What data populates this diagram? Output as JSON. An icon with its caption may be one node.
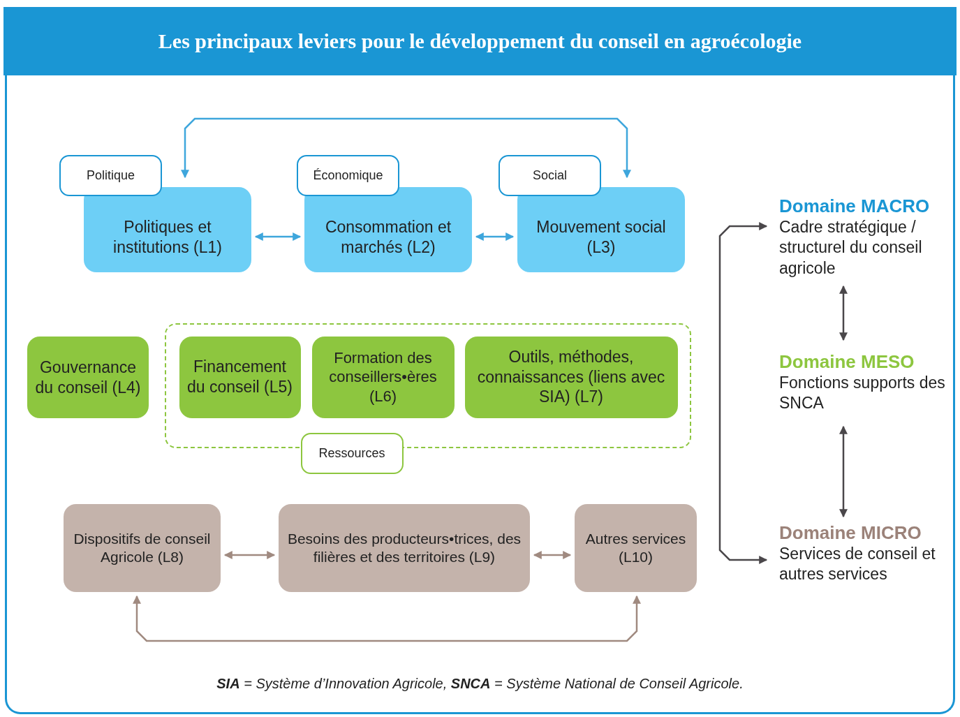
{
  "diagram": {
    "title": "Les principaux leviers pour le développement du conseil en agroécologie",
    "caption": "**SIA** = Système d’Innovation Agricole, **SNCA** = Système National de Conseil Agricole.",
    "nodes": [
      {
        "text": [
          "Politique"
        ]
      },
      {
        "text": [
          "Politiques et institutions (L1)"
        ]
      },
      {
        "text": [
          "Économique"
        ]
      },
      {
        "text": [
          "Consommation et marchés (L2)"
        ]
      },
      {
        "text": [
          "Social"
        ]
      },
      {
        "text": [
          "Mouvement social (L3)"
        ]
      },
      {
        "text": [
          "Gouvernance du conseil (L4)"
        ]
      },
      {
        "text": [
          "Ressources"
        ]
      },
      {
        "text": [
          "Financement du conseil (L5)"
        ],
        "in": 7
      },
      {
        "text": [
          "Formation des conseillers•ères (L6)"
        ],
        "in": 7
      },
      {
        "text": [
          "Outils, méthodes, connaissances (liens avec SIA) (L7)"
        ],
        "in": 7
      },
      {
        "text": [
          "Dispositifs de conseil Agricole (L8)"
        ]
      },
      {
        "text": [
          "Besoins des producteurs•trices, des filières et des territoires (L9)"
        ]
      },
      {
        "text": [
          "Autres services (L10)"
        ]
      },
      {
        "text": [
          "Domaine MACRO",
          "Cadre stratégique / structurel du conseil agricole"
        ]
      },
      {
        "text": [
          "Domaine MESO",
          "Fonctions supports des SNCA"
        ]
      },
      {
        "text": [
          "Domaine MICRO",
          "Services de conseil et autres services"
        ]
      }
    ],
    "edges": [
      {
        "from": 1,
        "to": 3,
        "arrow": "both",
        "color": "#3ea6dc"
      },
      {
        "from": 3,
        "to": 5,
        "arrow": "both",
        "color": "#3ea6dc"
      },
      {
        "from": 1,
        "to": 5,
        "arrow": "both",
        "color": "#3ea6dc"
      },
      {
        "from": 11,
        "to": 12,
        "arrow": "both",
        "color": "#a08a80"
      },
      {
        "from": 12,
        "to": 13,
        "arrow": "both",
        "color": "#a08a80"
      },
      {
        "from": 11,
        "to": 13,
        "arrow": "both",
        "color": "#a08a80"
      },
      {
        "from": 14,
        "to": 15,
        "arrow": "both",
        "color": "#4a474a"
      },
      {
        "from": 15,
        "to": 16,
        "arrow": "both",
        "color": "#4a474a"
      },
      {
        "from": 14,
        "to": 16,
        "arrow": "both",
        "color": "#4a474a"
      }
    ]
  }
}
